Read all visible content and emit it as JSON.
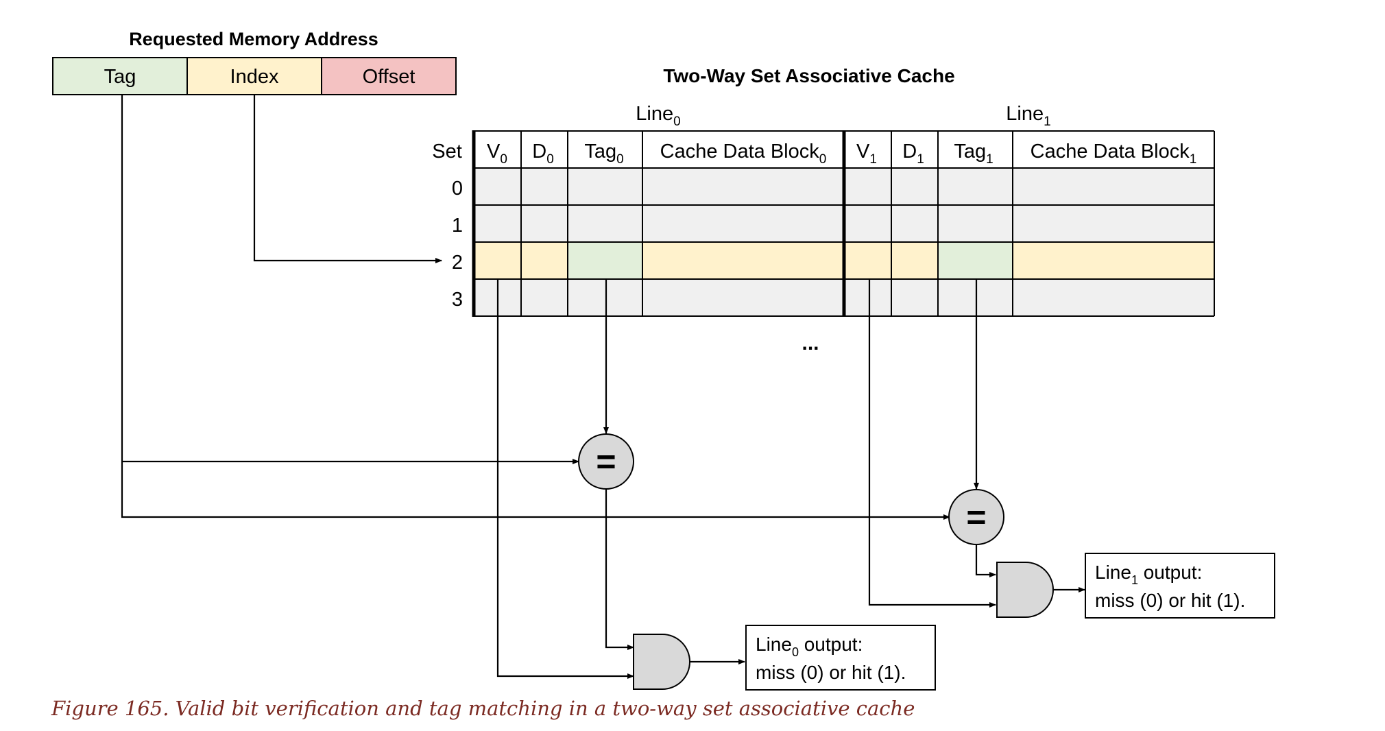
{
  "address": {
    "title": "Requested Memory Address",
    "fields": [
      "Tag",
      "Index",
      "Offset"
    ]
  },
  "cache": {
    "title": "Two-Way Set Associative Cache",
    "line0_header": {
      "text": "Line",
      "sub": "0"
    },
    "line1_header": {
      "text": "Line",
      "sub": "1"
    },
    "set_header": "Set",
    "line0_columns": [
      {
        "text": "V",
        "sub": "0"
      },
      {
        "text": "D",
        "sub": "0"
      },
      {
        "text": "Tag",
        "sub": "0"
      },
      {
        "text": "Cache Data Block",
        "sub": "0"
      }
    ],
    "line1_columns": [
      {
        "text": "V",
        "sub": "1"
      },
      {
        "text": "D",
        "sub": "1"
      },
      {
        "text": "Tag",
        "sub": "1"
      },
      {
        "text": "Cache Data Block",
        "sub": "1"
      }
    ],
    "sets": [
      "0",
      "1",
      "2",
      "3"
    ],
    "highlighted_set": "2",
    "ellipsis": "..."
  },
  "comparators": {
    "symbol": "="
  },
  "outputs": {
    "line0": {
      "prefix": "Line",
      "sub": "0",
      "suffix": " output:",
      "line2": "miss (0) or hit (1)."
    },
    "line1": {
      "prefix": "Line",
      "sub": "1",
      "suffix": " output:",
      "line2": "miss (0) or hit (1)."
    }
  },
  "caption": "Figure 165. Valid bit verification and tag matching in a two-way set associative cache",
  "colors": {
    "tag": "#e2efda",
    "index": "#fff2cc",
    "offset": "#f4c2c2",
    "cell": "#f0f0f0",
    "gate": "#d9d9d9",
    "caption": "#7b2a22"
  }
}
